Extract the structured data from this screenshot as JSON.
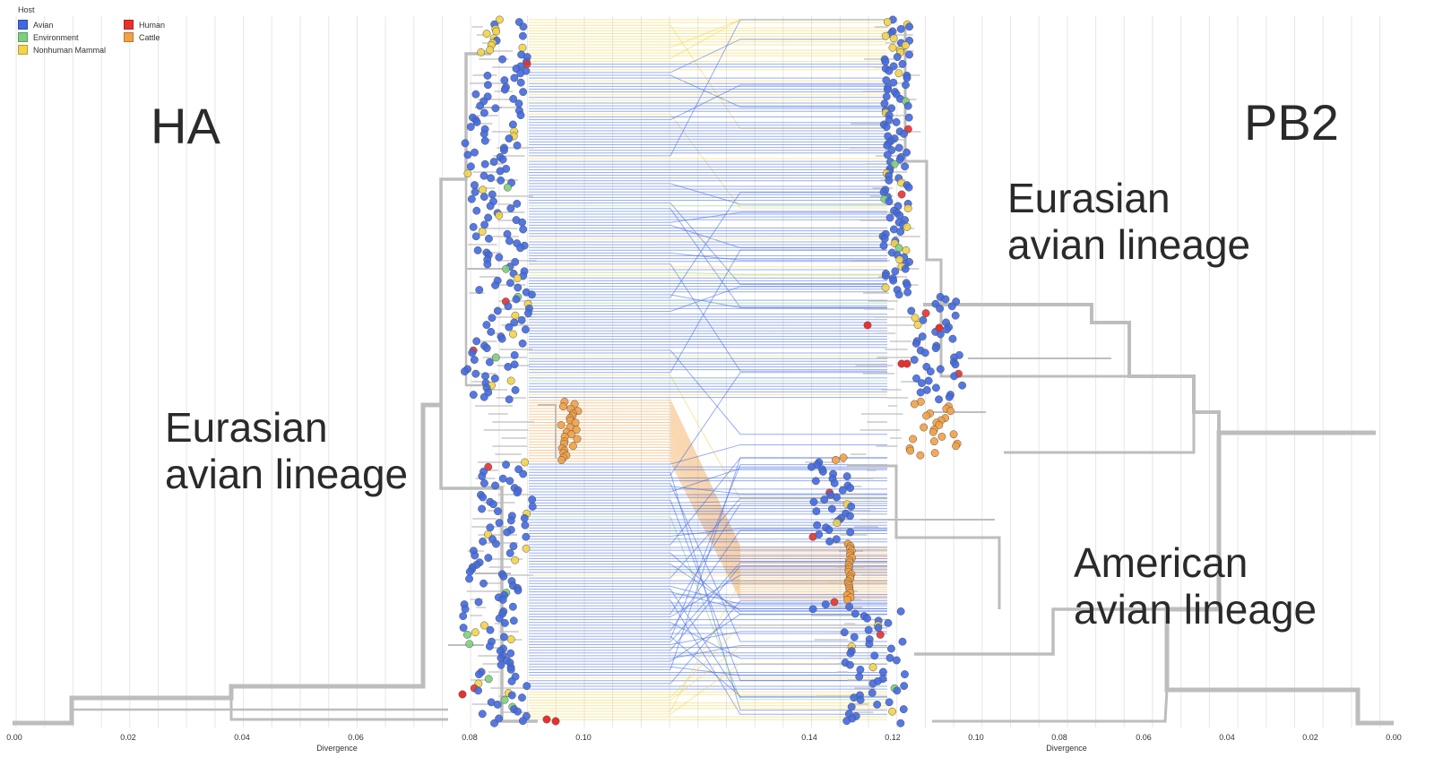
{
  "legend": {
    "title": "Host",
    "items": [
      {
        "label": "Avian",
        "color": "#4169e1"
      },
      {
        "label": "Human",
        "color": "#e8302d"
      },
      {
        "label": "Environment",
        "color": "#7ccf7c"
      },
      {
        "label": "Cattle",
        "color": "#f2a044"
      },
      {
        "label": "Nonhuman Mammal",
        "color": "#f2d34a"
      }
    ]
  },
  "trees": {
    "left": {
      "label": "HA",
      "clade_label": "Eurasian\navian lineage"
    },
    "right": {
      "label": "PB2",
      "clade_label_top": "Eurasian\navian lineage",
      "clade_label_bottom": "American\navian lineage"
    }
  },
  "axes": {
    "left": {
      "ticks": [
        "0.00",
        "0.02",
        "0.04",
        "0.06",
        "0.08",
        "0.10"
      ],
      "xlabel": "Divergence"
    },
    "right": {
      "ticks": [
        "0.14",
        "0.12",
        "0.10",
        "0.08",
        "0.06",
        "0.04",
        "0.02",
        "0.00"
      ],
      "xlabel": "Divergence"
    }
  },
  "colors": {
    "branch": "#bdbdbd",
    "grid": "#e6e6e6"
  }
}
